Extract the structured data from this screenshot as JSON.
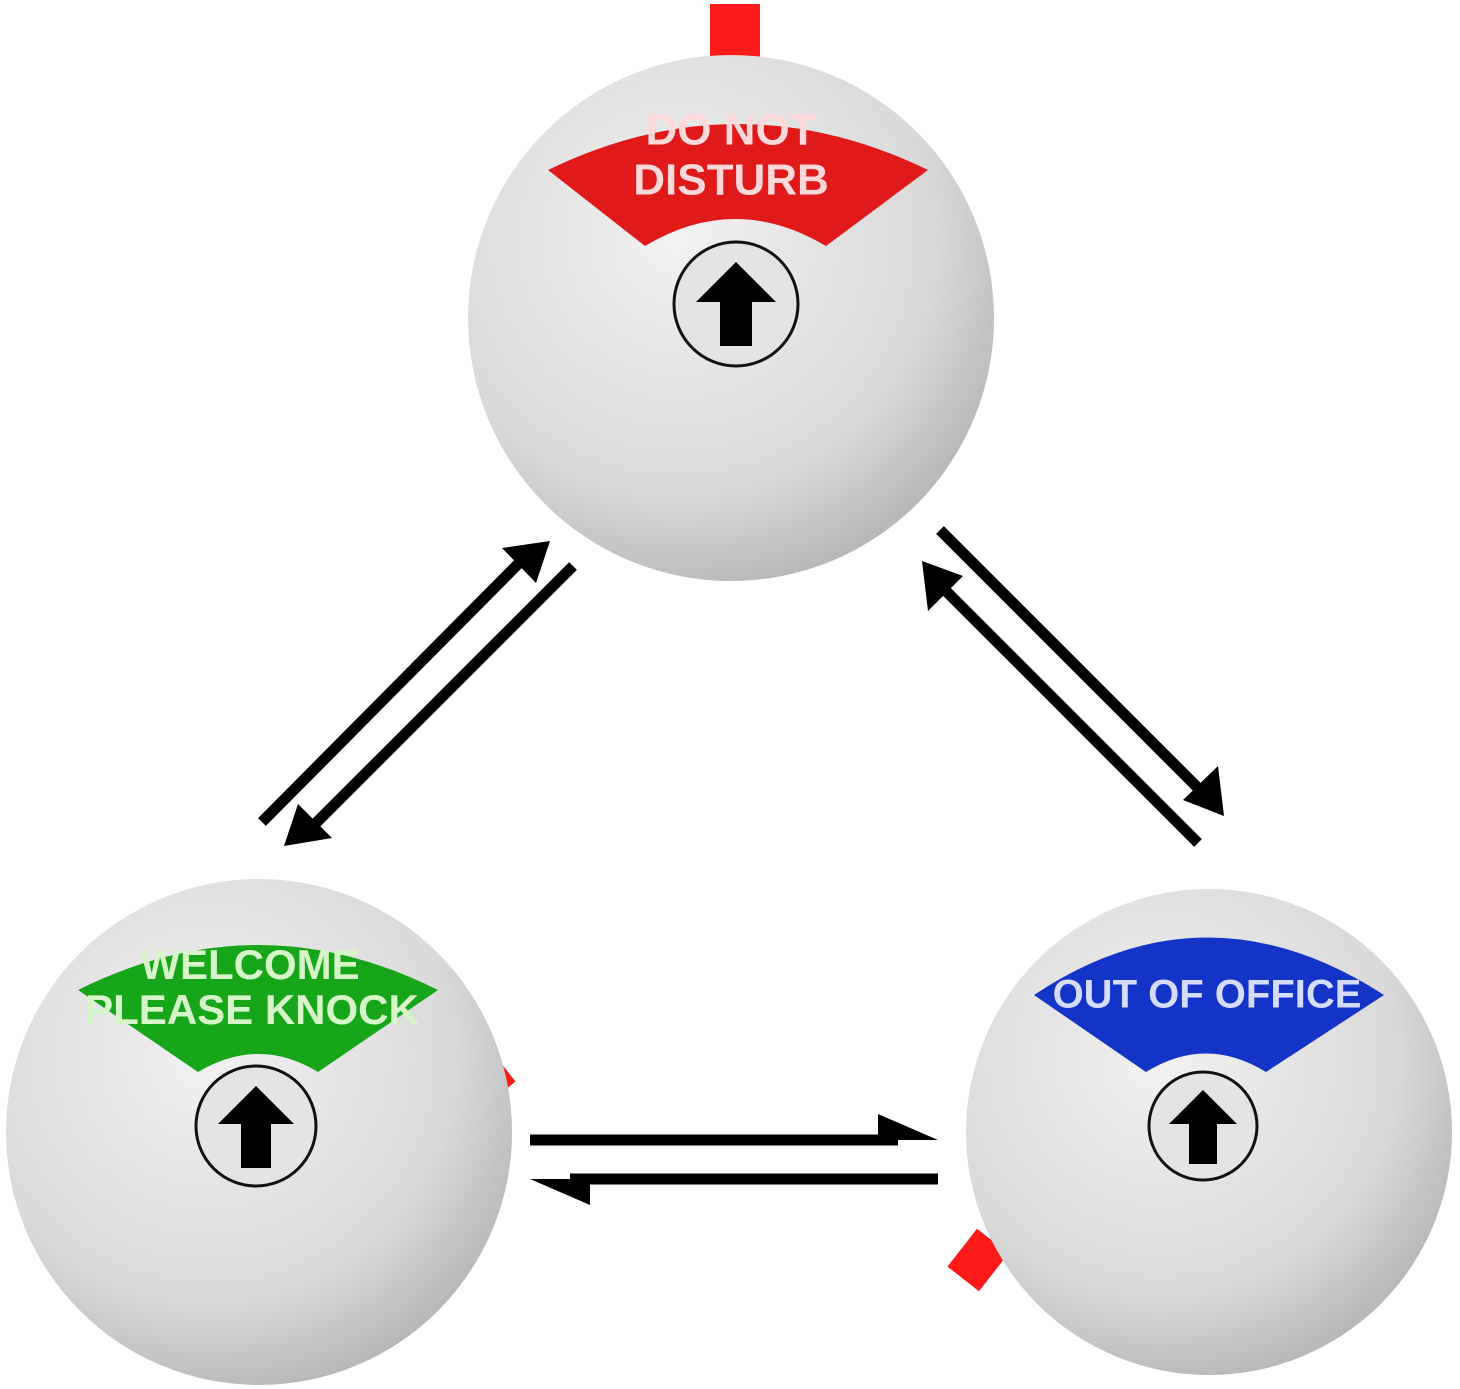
{
  "signs": {
    "top": {
      "lines": [
        "DO NOT",
        "DISTURB"
      ],
      "color": "#e01a1a",
      "text_color": "#ffd9d9"
    },
    "left": {
      "lines": [
        "WELCOME",
        "PLEASE KNOCK"
      ],
      "color": "#17a51a",
      "text_color": "#d6f5c9"
    },
    "right": {
      "lines": [
        "OUT OF OFFICE"
      ],
      "color": "#1433c7",
      "text_color": "#d6dcff"
    }
  },
  "colors": {
    "disc_light": "#eeeeee",
    "disc_dark": "#b6b6b6",
    "tab": "#ff1a1a",
    "arrow": "#000000"
  },
  "icons": {
    "center": "up-arrow-icon",
    "transitions": "double-arrow-icon"
  }
}
